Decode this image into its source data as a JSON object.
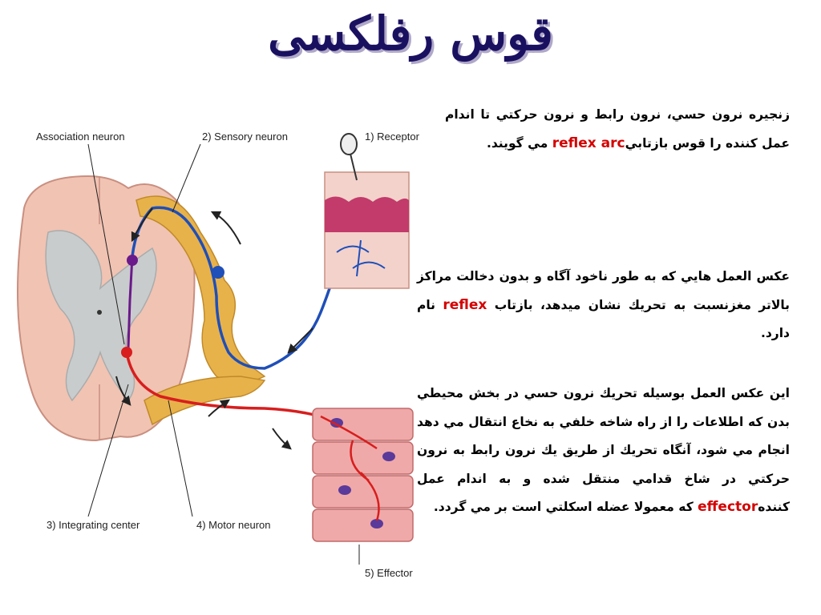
{
  "title": "قوس رفلکسی",
  "paragraphs": {
    "p1": {
      "before": "زنجيره نرون حسي، نرون رابط و نرون حركتي تا اندام عمل كننده را قوس بازتابي",
      "highlight": "reflex arc",
      "after": " مي گويند."
    },
    "p2": {
      "before": "عكس العمل هايي كه به طور ناخود آگاه و بدون دخالت مراكز بالاتر مغزنسبت به تحريك نشان ميدهد، بازتاب ",
      "highlight": "reflex",
      "after": " نام دارد."
    },
    "p3": {
      "before": "اين عكس العمل بوسيله تحريك نرون حسي در بخش محيطي بدن كه اطلاعات را از راه شاخه خلفي به نخاع انتقال مي دهد انجام مي شود، آنگاه تحريك از طريق يك نرون رابط به نرون حركتي در شاخ قدامي منتقل شده و به اندام عمل كننده",
      "highlight": "effector",
      "after": " كه معمولا عضله اسكلتي است بر مي گردد."
    }
  },
  "figure": {
    "labels": {
      "association": "Association neuron",
      "sensory": "2) Sensory neuron",
      "receptor": "1) Receptor",
      "integrating": "3) Integrating center",
      "motor": "4) Motor neuron",
      "effector": "5) Effector"
    },
    "colors": {
      "sensory": "#1f4fb8",
      "motor": "#d81e1e",
      "association": "#6a1a8a",
      "nerve": "#e8b24a",
      "cord": "#f1c3b3",
      "gray_matter": "#c9cccc"
    }
  }
}
